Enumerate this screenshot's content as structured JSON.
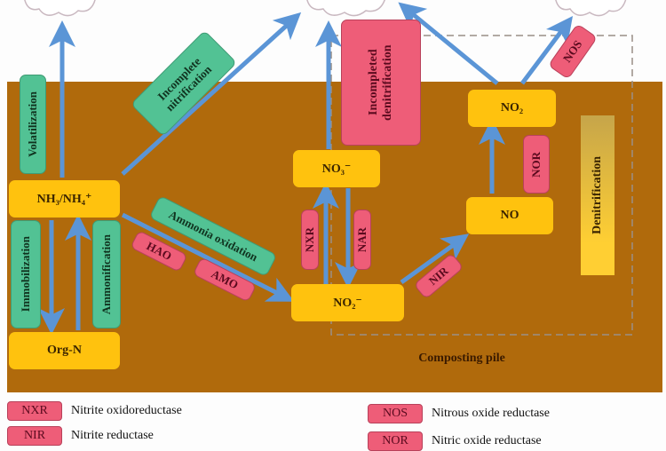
{
  "diagram": {
    "pile_label": "Composting pile",
    "nodes": {
      "nh3": "NH₃/NH₄⁺",
      "orgn": "Org-N",
      "no3": "NO₃⁻",
      "no2m": "NO₂⁻",
      "no": "NO",
      "n2o": "NO₂"
    },
    "processes": {
      "volatilization": "Volatilization",
      "incomplete_nitrification": "Incomplete nitrification",
      "immobilization": "Immobilization",
      "ammonification": "Ammonification",
      "ammonia_oxidation": "Ammonia oxidation",
      "incompleted_denitrification": "Incompleted denitrification",
      "denitrification": "Denitrification"
    },
    "enzymes": {
      "hao": "HAO",
      "amo": "AMO",
      "nxr": "NXR",
      "nar": "NAR",
      "nir": "NIR",
      "nor": "NOR",
      "nos": "NOS"
    },
    "colors": {
      "pile": "#b06a0c",
      "node": "#ffc20e",
      "process": "#52c294",
      "enzyme": "#ee5d78",
      "arrow": "#5b95d6"
    }
  },
  "legend": [
    {
      "code": "NXR",
      "name": "Nitrite oxidoreductase"
    },
    {
      "code": "NIR",
      "name": "Nitrite reductase"
    },
    {
      "code": "NOS",
      "name": "Nitrous oxide reductase"
    },
    {
      "code": "NOR",
      "name": "Nitric oxide reductase"
    }
  ]
}
